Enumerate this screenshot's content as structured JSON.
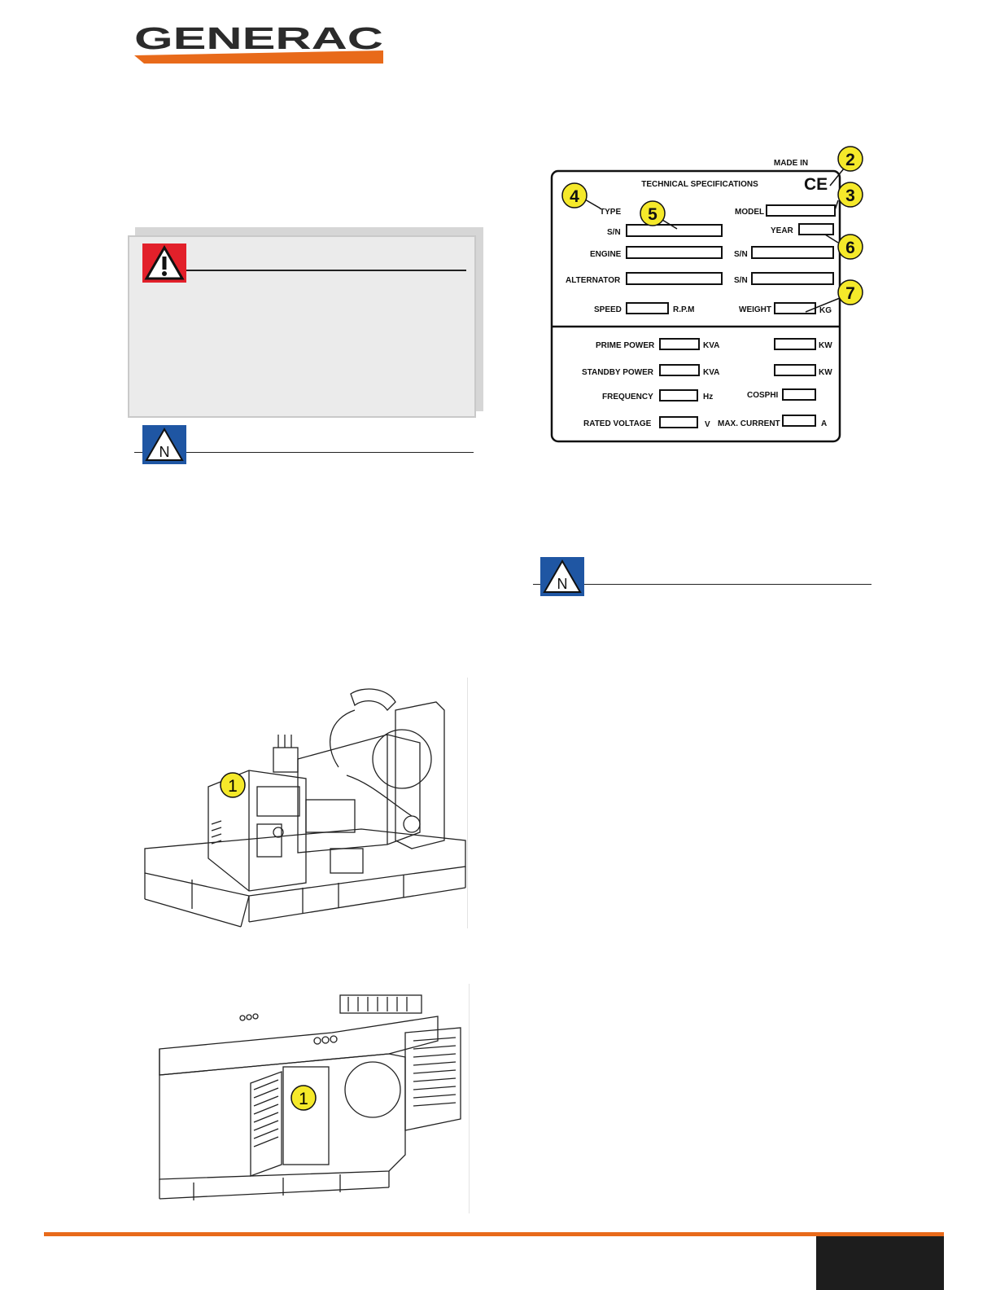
{
  "header": {
    "logo_text": "GENERAC",
    "brand_colors": {
      "orange": "#e86a1a",
      "dark": "#2b2b2b"
    }
  },
  "icons": {
    "warning": "warning-triangle-icon",
    "note": "note-n-icon",
    "warning_color": "#e2202a",
    "note_color": "#1f56a3"
  },
  "spec_plate": {
    "made_in": "MADE IN",
    "title": "TECHNICAL SPECIFICATIONS",
    "ce_mark": "CE",
    "fields": {
      "type": "TYPE",
      "model": "MODEL",
      "sn": "S/N",
      "year": "YEAR",
      "engine": "ENGINE",
      "engine_sn": "S/N",
      "alternator": "ALTERNATOR",
      "alternator_sn": "S/N",
      "speed": "SPEED",
      "rpm": "R.P.M",
      "weight": "WEIGHT",
      "kg": "KG",
      "prime_power": "PRIME POWER",
      "prime_kva": "KVA",
      "prime_kw": "KW",
      "standby_power": "STANDBY POWER",
      "standby_kva": "KVA",
      "standby_kw": "KW",
      "frequency": "FREQUENCY",
      "hz": "Hz",
      "cosphi": "COSPHI",
      "rated_voltage": "RATED VOLTAGE",
      "v": "V",
      "max_current": "MAX. CURRENT",
      "a": "A"
    },
    "callouts": [
      "2",
      "3",
      "4",
      "5",
      "6",
      "7"
    ]
  },
  "figures": {
    "open_genset_callout": "1",
    "enclosed_genset_callout": "1",
    "callout_color": "#f5e92a"
  }
}
